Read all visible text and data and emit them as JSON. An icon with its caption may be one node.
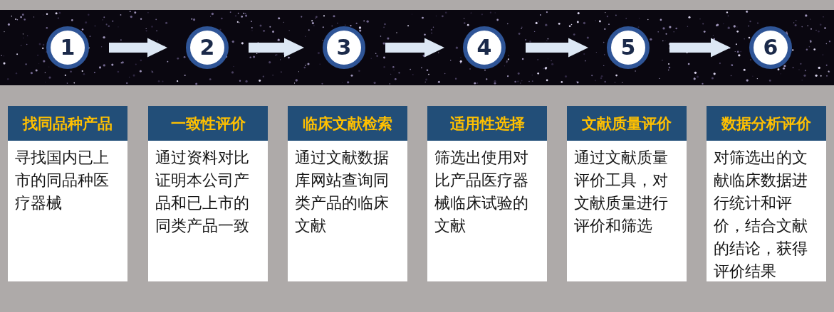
{
  "diagram": {
    "nodes": [
      {
        "text": [
          "1"
        ]
      },
      {
        "text": [
          "2"
        ]
      },
      {
        "text": [
          "3"
        ]
      },
      {
        "text": [
          "4"
        ]
      },
      {
        "text": [
          "5"
        ]
      },
      {
        "text": [
          "6"
        ]
      },
      {
        "text": [
          "找同品种产品",
          "寻找国内已上市的同品种医疗器械"
        ]
      },
      {
        "text": [
          "一致性评价",
          "通过资料对比证明本公司产品和已上市的同类产品一致"
        ]
      },
      {
        "text": [
          "临床文献检索",
          "通过文献数据库网站查询同类产品的临床文献"
        ]
      },
      {
        "text": [
          "适用性选择",
          "筛选出使用对比产品医疗器械临床试验的文献"
        ]
      },
      {
        "text": [
          "文献质量评价",
          "通过文献质量评价工具，对文献质量进行评价和筛选"
        ]
      },
      {
        "text": [
          "数据分析评价",
          "对筛选出的文献临床数据进行统计和评价，结合文献的结论，获得评价结果"
        ]
      }
    ],
    "edges": [
      {
        "from": 0,
        "to": 1,
        "arrow": "to"
      },
      {
        "from": 1,
        "to": 2,
        "arrow": "to"
      },
      {
        "from": 2,
        "to": 3,
        "arrow": "to"
      },
      {
        "from": 3,
        "to": 4,
        "arrow": "to"
      },
      {
        "from": 4,
        "to": 5,
        "arrow": "to"
      }
    ]
  }
}
